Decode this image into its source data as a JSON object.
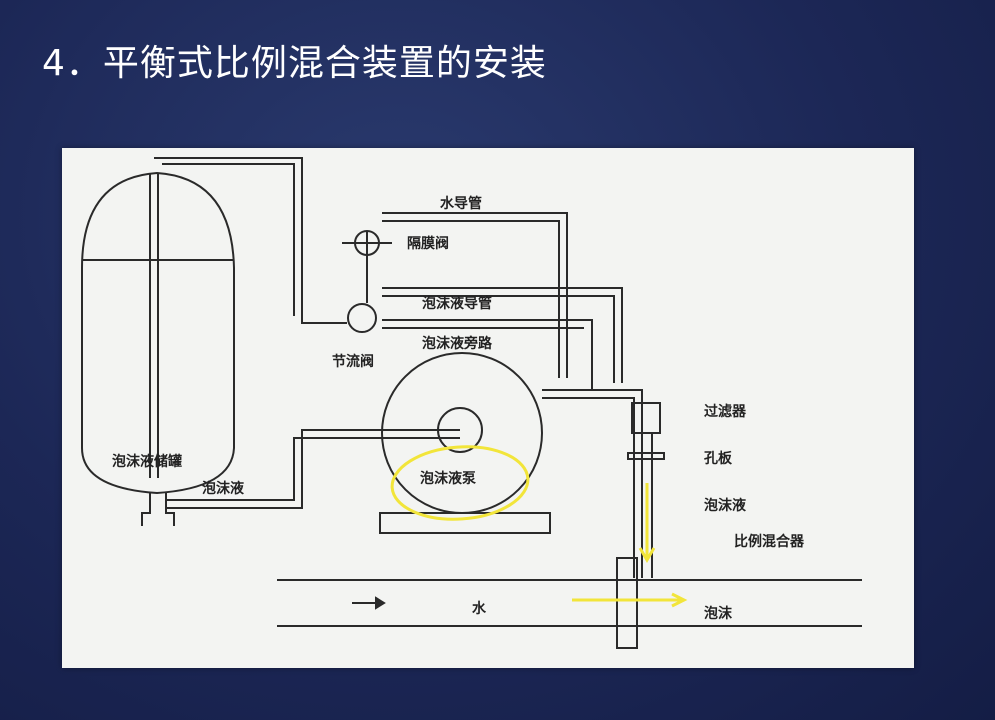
{
  "slide": {
    "title": "4．平衡式比例混合装置的安装"
  },
  "diagram": {
    "labels": {
      "water_pilot_pipe": "水导管",
      "diaphragm_valve": "隔膜阀",
      "foam_pilot_pipe": "泡沫液导管",
      "throttle_valve": "节流阀",
      "foam_bypass": "泡沫液旁路",
      "filter": "过滤器",
      "orifice_plate": "孔板",
      "foam_liquid_right": "泡沫液",
      "proportional_mixer": "比例混合器",
      "foam_tank": "泡沫液储罐",
      "foam_liquid_bottom": "泡沫液",
      "foam_pump": "泡沫液泵",
      "water": "水",
      "foam_outlet": "泡沫"
    },
    "colors": {
      "line": "#2a2a2a",
      "annotation": "#f2e53a"
    }
  }
}
